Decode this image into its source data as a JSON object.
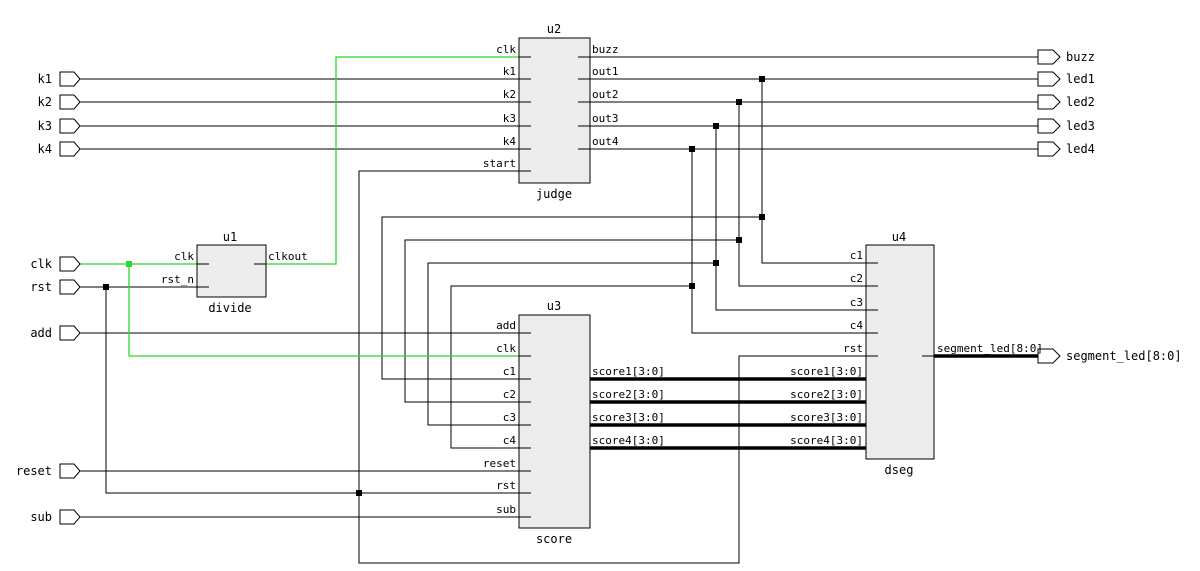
{
  "inputs": {
    "k1": "k1",
    "k2": "k2",
    "k3": "k3",
    "k4": "k4",
    "clk": "clk",
    "rst": "rst",
    "add": "add",
    "reset": "reset",
    "sub": "sub"
  },
  "outputs": {
    "buzz": "buzz",
    "led1": "led1",
    "led2": "led2",
    "led3": "led3",
    "led4": "led4",
    "segment_led": "segment_led[8:0]"
  },
  "u2": {
    "instance": "u2",
    "module": "judge",
    "in_ports": [
      "clk",
      "k1",
      "k2",
      "k3",
      "k4",
      "start"
    ],
    "out_ports": [
      "buzz",
      "out1",
      "out2",
      "out3",
      "out4"
    ]
  },
  "u1": {
    "instance": "u1",
    "module": "divide",
    "in_ports": [
      "clk",
      "rst_n"
    ],
    "out_ports": [
      "clkout"
    ]
  },
  "u3": {
    "instance": "u3",
    "module": "score",
    "in_ports": [
      "add",
      "clk",
      "c1",
      "c2",
      "c3",
      "c4",
      "reset",
      "rst",
      "sub"
    ],
    "out_ports": [
      "score1[3:0]",
      "score2[3:0]",
      "score3[3:0]",
      "score4[3:0]"
    ]
  },
  "u4": {
    "instance": "u4",
    "module": "dseg",
    "in_ports": [
      "c1",
      "c2",
      "c3",
      "c4",
      "rst",
      "score1[3:0]",
      "score2[3:0]",
      "score3[3:0]",
      "score4[3:0]"
    ],
    "out_ports": [
      "segment_led[8:0]"
    ]
  },
  "colors": {
    "clock_net": "#2bd82b",
    "block_fill": "#ececec",
    "wire": "#000000"
  }
}
